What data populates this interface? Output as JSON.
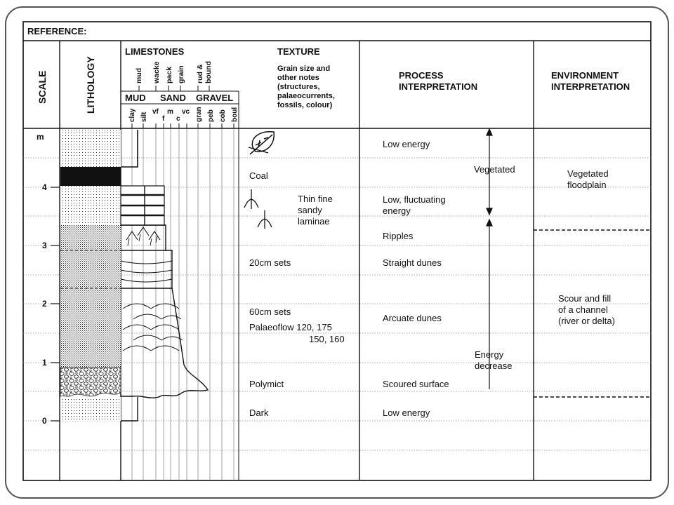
{
  "header": {
    "reference": "REFERENCE:"
  },
  "columns": {
    "scale": "SCALE",
    "lithology": "LITHOLOGY",
    "limestones": "LIMESTONES",
    "limestone_classes": [
      "mud",
      "wacke",
      "pack",
      "grain",
      "rud &",
      "bound"
    ],
    "mud": "MUD",
    "sand": "SAND",
    "gravel": "GRAVEL",
    "grain_classes": [
      "clay",
      "silt",
      "vf",
      "f",
      "m",
      "c",
      "vc",
      "gran",
      "peb",
      "cob",
      "boul"
    ],
    "texture": "TEXTURE",
    "texture_notes": [
      "Grain size and",
      "other notes",
      "(structures,",
      "palaeocurrents,",
      "fossils, colour)"
    ],
    "process": [
      "PROCESS",
      "INTERPRETATION"
    ],
    "environment": [
      "ENVIRONMENT",
      "INTERPRETATION"
    ]
  },
  "scale": {
    "unit": "m",
    "ticks": [
      "4",
      "3",
      "2",
      "1",
      "0"
    ]
  },
  "texture": {
    "coal": "Coal",
    "thin_fine": [
      "Thin fine",
      "sandy",
      "laminae"
    ],
    "sets_20": "20cm sets",
    "sets_60": "60cm sets",
    "palaeoflow": [
      "Palaeoflow 120, 175",
      "150, 160"
    ],
    "polymict": "Polymict",
    "dark": "Dark"
  },
  "process": {
    "low_energy_top": "Low energy",
    "vegetated": "Vegetated",
    "low_fluct": [
      "Low, fluctuating",
      "energy"
    ],
    "ripples": "Ripples",
    "straight_dunes": "Straight dunes",
    "arcuate_dunes": "Arcuate dunes",
    "energy_decrease": [
      "Energy",
      "decrease"
    ],
    "scoured_surface": "Scoured surface",
    "low_energy_bottom": "Low energy"
  },
  "environment": {
    "floodplain": [
      "Vegetated",
      "floodplain"
    ],
    "channel": [
      "Scour and fill",
      "of a channel",
      "(river or delta)"
    ]
  },
  "colors": {
    "ink": "#111111",
    "frame": "#444444",
    "bg": "#ffffff"
  }
}
